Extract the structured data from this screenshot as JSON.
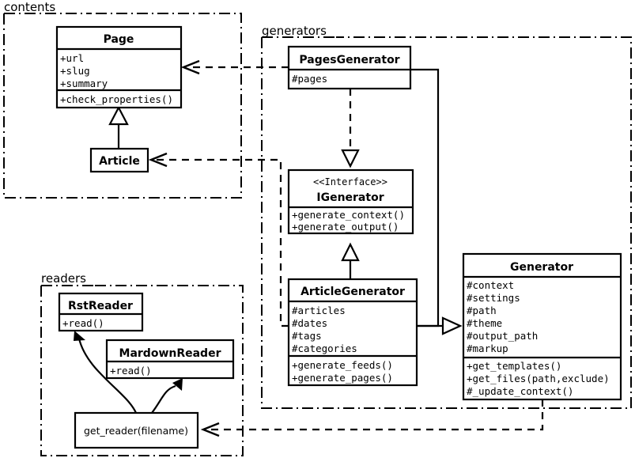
{
  "diagram": {
    "title": "UML class diagram",
    "background": "#ffffff",
    "line_color": "#000000"
  },
  "packages": [
    {
      "id": "contents",
      "label": "contents"
    },
    {
      "id": "generators",
      "label": "generators"
    },
    {
      "id": "readers",
      "label": "readers"
    }
  ],
  "classes": {
    "page": {
      "name": "Page",
      "attributes": [
        "+url",
        "+slug",
        "+summary"
      ],
      "methods": [
        "+check_properties()"
      ]
    },
    "article": {
      "name": "Article",
      "attributes": [],
      "methods": []
    },
    "pages_generator": {
      "name": "PagesGenerator",
      "attributes": [
        "#pages"
      ],
      "methods": []
    },
    "igenerator": {
      "stereotype": "<<Interface>>",
      "name": "IGenerator",
      "attributes": [],
      "methods": [
        "+generate_context()",
        "+generate_output()"
      ]
    },
    "article_generator": {
      "name": "ArticleGenerator",
      "attributes": [
        "#articles",
        "#dates",
        "#tags",
        "#categories"
      ],
      "methods": [
        "+generate_feeds()",
        "+generate_pages()"
      ]
    },
    "generator": {
      "name": "Generator",
      "attributes": [
        "#context",
        "#settings",
        "#path",
        "#theme",
        "#output_path",
        "#markup"
      ],
      "methods": [
        "+get_templates()",
        "+get_files(path,exclude)",
        "#_update_context()"
      ]
    },
    "get_reader": {
      "name": "get_reader(filename)"
    },
    "rst_reader": {
      "name": "RstReader",
      "attributes": [],
      "methods": [
        "+read()"
      ]
    },
    "mardown_reader": {
      "name": "MardownReader",
      "attributes": [],
      "methods": [
        "+read()"
      ]
    }
  },
  "relations": [
    {
      "id": "article-to-page",
      "kind": "generalization",
      "from": "Article",
      "to": "Page"
    },
    {
      "id": "pagesgenerator-to-igenerator",
      "kind": "realization",
      "from": "PagesGenerator",
      "to": "IGenerator"
    },
    {
      "id": "articlegenerator-to-igenerator",
      "kind": "generalization",
      "from": "ArticleGenerator",
      "to": "IGenerator"
    },
    {
      "id": "generators-to-generator",
      "kind": "generalization",
      "from": "PagesGenerator/ArticleGenerator",
      "to": "Generator"
    },
    {
      "id": "pagesgenerator-to-page",
      "kind": "dependency",
      "from": "PagesGenerator",
      "to": "Page"
    },
    {
      "id": "articlegenerator-to-article",
      "kind": "dependency",
      "from": "ArticleGenerator",
      "to": "Article"
    },
    {
      "id": "generator-to-getreader",
      "kind": "dependency",
      "from": "Generator",
      "to": "get_reader(filename)"
    },
    {
      "id": "getreader-to-rstreader",
      "kind": "creates",
      "from": "get_reader(filename)",
      "to": "RstReader"
    },
    {
      "id": "getreader-to-mardownreader",
      "kind": "creates",
      "from": "get_reader(filename)",
      "to": "MardownReader"
    }
  ]
}
